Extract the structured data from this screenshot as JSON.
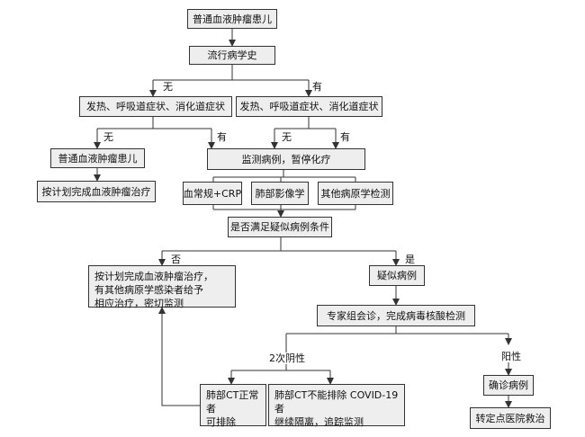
{
  "nodes": {
    "root": "普通血液肿瘤患儿",
    "history": "流行病学史",
    "symptoms_no": "发热、呼吸道症状、消化道症状",
    "symptoms_yes": "发热、呼吸道症状、消化道症状",
    "normal_patient": "普通血液肿瘤患儿",
    "plan_treatment": "按计划完成血液肿瘤治疗",
    "monitor": "监测病例，暂停化疗",
    "blood_test": "血常规+CRP",
    "lung_imaging": "肺部影像学",
    "pathogen_test": "其他病原学检测",
    "criteria": "是否满足疑似病例条件",
    "plan_treatment_other": "按计划完成血液肿瘤治疗，\n有其他病原学感染者给予\n相应治疗，密切监测",
    "suspected": "疑似病例",
    "consultation": "专家组会诊，完成病毒核酸检测",
    "ct_normal": "肺部CT正常者\n可排除",
    "ct_not_excluded": "肺部CT不能排除 COVID-19 者\n继续隔离，追踪监测",
    "confirmed": "确诊病例",
    "hospital": "转定点医院救治"
  },
  "edge_labels": {
    "history_no": "无",
    "history_yes": "有",
    "symptoms_no": "无",
    "symptoms_yes": "有",
    "monitor_no": "无",
    "monitor_yes": "有",
    "criteria_no": "否",
    "criteria_yes": "是",
    "negative": "2次阴性",
    "positive": "阳性"
  },
  "colors": {
    "box_fill": "#eeeeee",
    "line": "#333333"
  }
}
